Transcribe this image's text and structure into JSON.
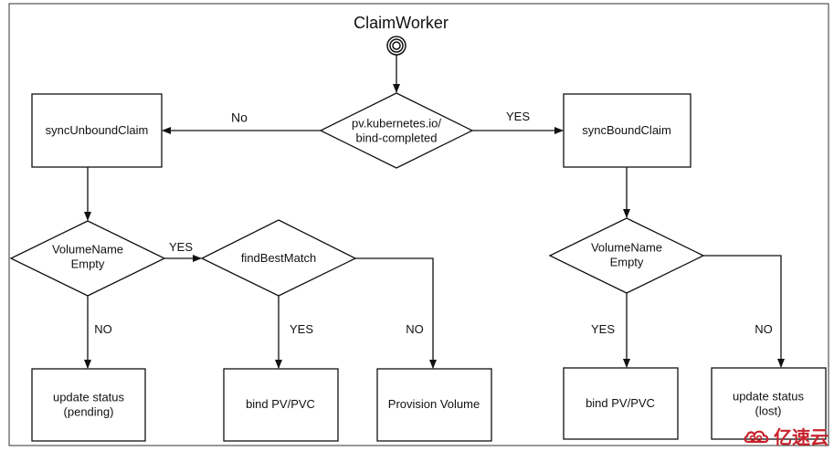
{
  "title": "ClaimWorker",
  "nodes": {
    "decision_bind": {
      "line1": "pv.kubernetes.io/",
      "line2": "bind-completed"
    },
    "sync_unbound": "syncUnboundClaim",
    "sync_bound": "syncBoundClaim",
    "volume_name_left": {
      "line1": "VolumeName",
      "line2": "Empty"
    },
    "find_best_match": "findBestMatch",
    "volume_name_right": {
      "line1": "VolumeName",
      "line2": "Empty"
    },
    "update_pending": {
      "line1": "update status",
      "line2": "(pending)"
    },
    "bind_left": "bind PV/PVC",
    "provision": "Provision Volume",
    "bind_right": "bind PV/PVC",
    "update_lost": {
      "line1": "update status",
      "line2": "(lost)"
    }
  },
  "edge_labels": {
    "no_main": "No",
    "yes_main": "YES",
    "yes_find": "YES",
    "no_pending": "NO",
    "yes_bind_left": "YES",
    "no_provision": "NO",
    "yes_bind_right": "YES",
    "no_lost": "NO"
  },
  "watermark": {
    "text": "亿速云",
    "icon": "cloud-logo-icon"
  },
  "colors": {
    "line": "#111111",
    "watermark": "#c8232c"
  }
}
